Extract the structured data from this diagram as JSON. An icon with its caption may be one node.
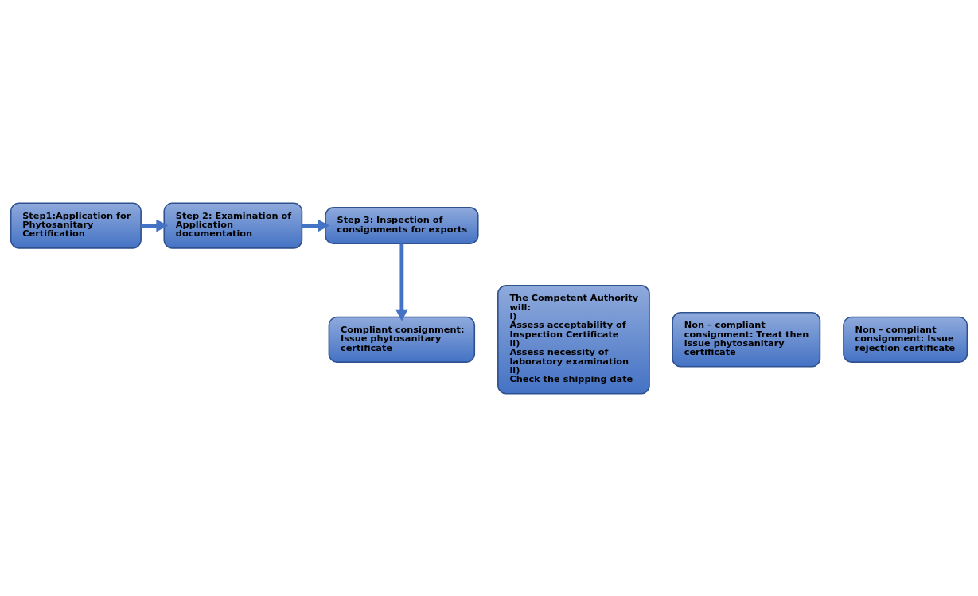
{
  "diagram": {
    "nodes": [
      {
        "text": [
          "Step1:Application for Phytosanitary Certification"
        ]
      },
      {
        "text": [
          "Step 2: Examination of Application documentation"
        ]
      },
      {
        "text": [
          "Step 3: Inspection of consignments for exports"
        ]
      },
      {
        "text": [
          "The Competent Authority will:",
          "i)",
          "Assess acceptability of Inspection Certificate",
          "ii)",
          "Assess necessity of laboratory examination",
          "ii)",
          "Check the shipping date"
        ]
      },
      {
        "text": [
          "Compliant consignment: Issue phytosanitary certificate"
        ]
      },
      {
        "text": [
          "Non – compliant consignment: Treat then issue phytosanitary certificate"
        ]
      },
      {
        "text": [
          "Non – compliant consignment: Issue rejection certificate"
        ]
      }
    ],
    "edges": [
      {
        "from": 0,
        "to": 1,
        "arrow": "to"
      },
      {
        "from": 1,
        "to": 2,
        "arrow": "to"
      },
      {
        "from": 2,
        "to": 4,
        "arrow": "to"
      }
    ]
  }
}
